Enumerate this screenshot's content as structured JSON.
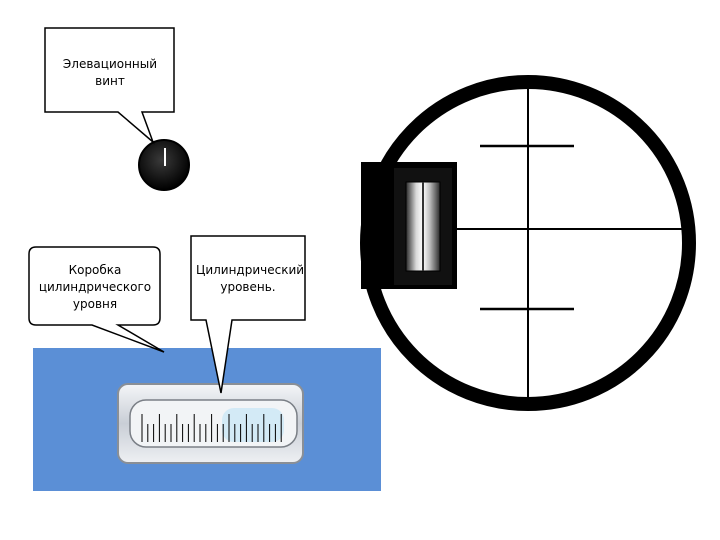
{
  "callouts": {
    "elevation_screw": "Элевационный винт",
    "level_housing": "Коробка цилиндрического уровня",
    "cylindrical_level": "Цилиндрический уровень."
  },
  "colors": {
    "housing_blue": "#5b8fd6",
    "outline": "#000000",
    "tube_fill": "#d8dde4",
    "bubble": "#cfe9f6"
  }
}
